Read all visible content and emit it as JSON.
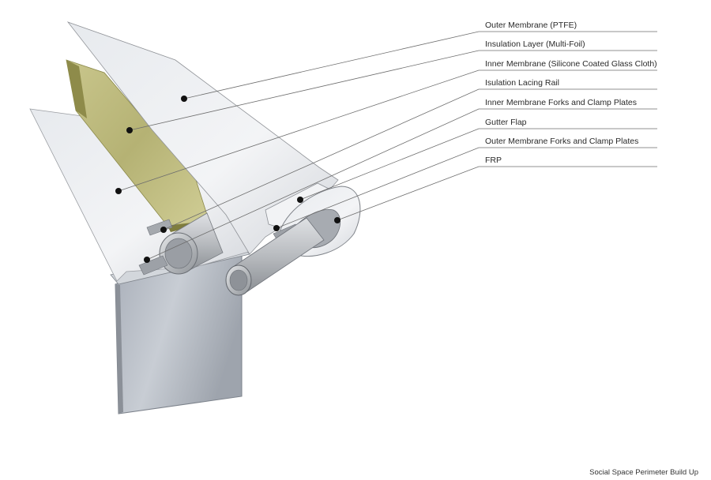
{
  "callouts": [
    {
      "label": "Outer Membrane (PTFE)"
    },
    {
      "label": "Insulation Layer (Multi-Foil)"
    },
    {
      "label": "Inner Membrane (Silicone Coated Glass Cloth)"
    },
    {
      "label": "Isulation Lacing Rail"
    },
    {
      "label": "Inner Membrane Forks and Clamp Plates"
    },
    {
      "label": "Gutter Flap"
    },
    {
      "label": "Outer Membrane Forks and Clamp Plates"
    },
    {
      "label": "FRP"
    }
  ],
  "caption": "Social Space Perimeter Build Up",
  "colors": {
    "membrane": "#eef0f3",
    "membrane_edge": "#8a8d92",
    "insulation": "#c2c084",
    "insulation_dark": "#7f7d3e",
    "frp_panel": "#b9bfc8",
    "pipe": "#c4c7cb",
    "leader_line": "#6d6d6d"
  }
}
